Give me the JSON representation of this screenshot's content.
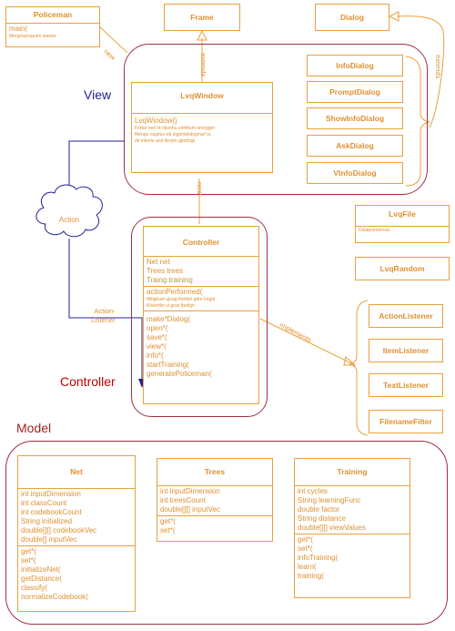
{
  "policeman": {
    "title": "Policeman",
    "methods": [
      "main("
    ],
    "note": "Mergesprogram startas"
  },
  "frame": {
    "title": "Frame"
  },
  "dialog": {
    "title": "Dialog"
  },
  "view_region": {
    "label": "View"
  },
  "lvq_window": {
    "title": "LvqWindow",
    "methods": [
      "LvqWindow()"
    ],
    "note": [
      "Fortar ned nt nkonhu unhtkum omngger",
      "Mengn vagetur ed ingenlahdsgmar\"ur",
      "de inkerla and lterpm gpodsgt."
    ]
  },
  "dialogs": [
    "InfoDialog",
    "PromptDialog",
    "ShowInfoDialog",
    "AskDialog",
    "VInfoDialog"
  ],
  "action_cloud": {
    "label": "Action"
  },
  "controller_region": {
    "label": "Controller"
  },
  "controller": {
    "title": "Controller",
    "fields": [
      "Net net",
      "Trees trees",
      "Traing training"
    ],
    "methods1": [
      "actionPerformed("
    ],
    "note": [
      "Mitigkum ujnag thetten gdnr kngrk",
      "Kheertkn vi gnar fpetlgn"
    ],
    "methods2": [
      "make*Dialog(",
      "open*(",
      "save*(",
      "view*(",
      "info*(",
      "startTraining(",
      "generatePoliceman("
    ]
  },
  "lvq_file": {
    "title": "LvqFile",
    "note": "Dalapnerelvnas"
  },
  "lvq_random": {
    "title": "LvqRandom"
  },
  "listeners": [
    "ActionListener",
    "ItemListener",
    "TextListener",
    "FilenameFilter"
  ],
  "model_region": {
    "label": "Model"
  },
  "net": {
    "title": "Net",
    "fields": [
      "int inputDimension",
      "int classCount",
      "int codebookCount",
      "String initialized",
      "double[][] codebookVec",
      "double[] inputVec"
    ],
    "methods": [
      "get*(",
      "set*(",
      "initializeNet(",
      "getDistance(",
      "classify(",
      "normalizeCodebook("
    ]
  },
  "trees": {
    "title": "Trees",
    "fields": [
      "int inputDimension",
      "int treesCount",
      "double[][] inputVec"
    ],
    "methods": [
      "get*(",
      "set*("
    ]
  },
  "training": {
    "title": "Training",
    "fields": [
      "int cycles",
      "String learningFunc",
      "double factor",
      "String distance",
      "double[][] viewValues"
    ],
    "methods": [
      "get*(",
      "set*(",
      "infoTraining(",
      "learn(",
      "training("
    ]
  },
  "labels": {
    "new1": "new",
    "extends1": "extends",
    "extends2": "extends",
    "new2": "new",
    "action_listener": "Action-\nListener",
    "implements": "implements"
  },
  "colors": {
    "orange": "#e8a040",
    "maroon": "#a03040",
    "blue": "#20209a",
    "red_text": "#c00000"
  }
}
